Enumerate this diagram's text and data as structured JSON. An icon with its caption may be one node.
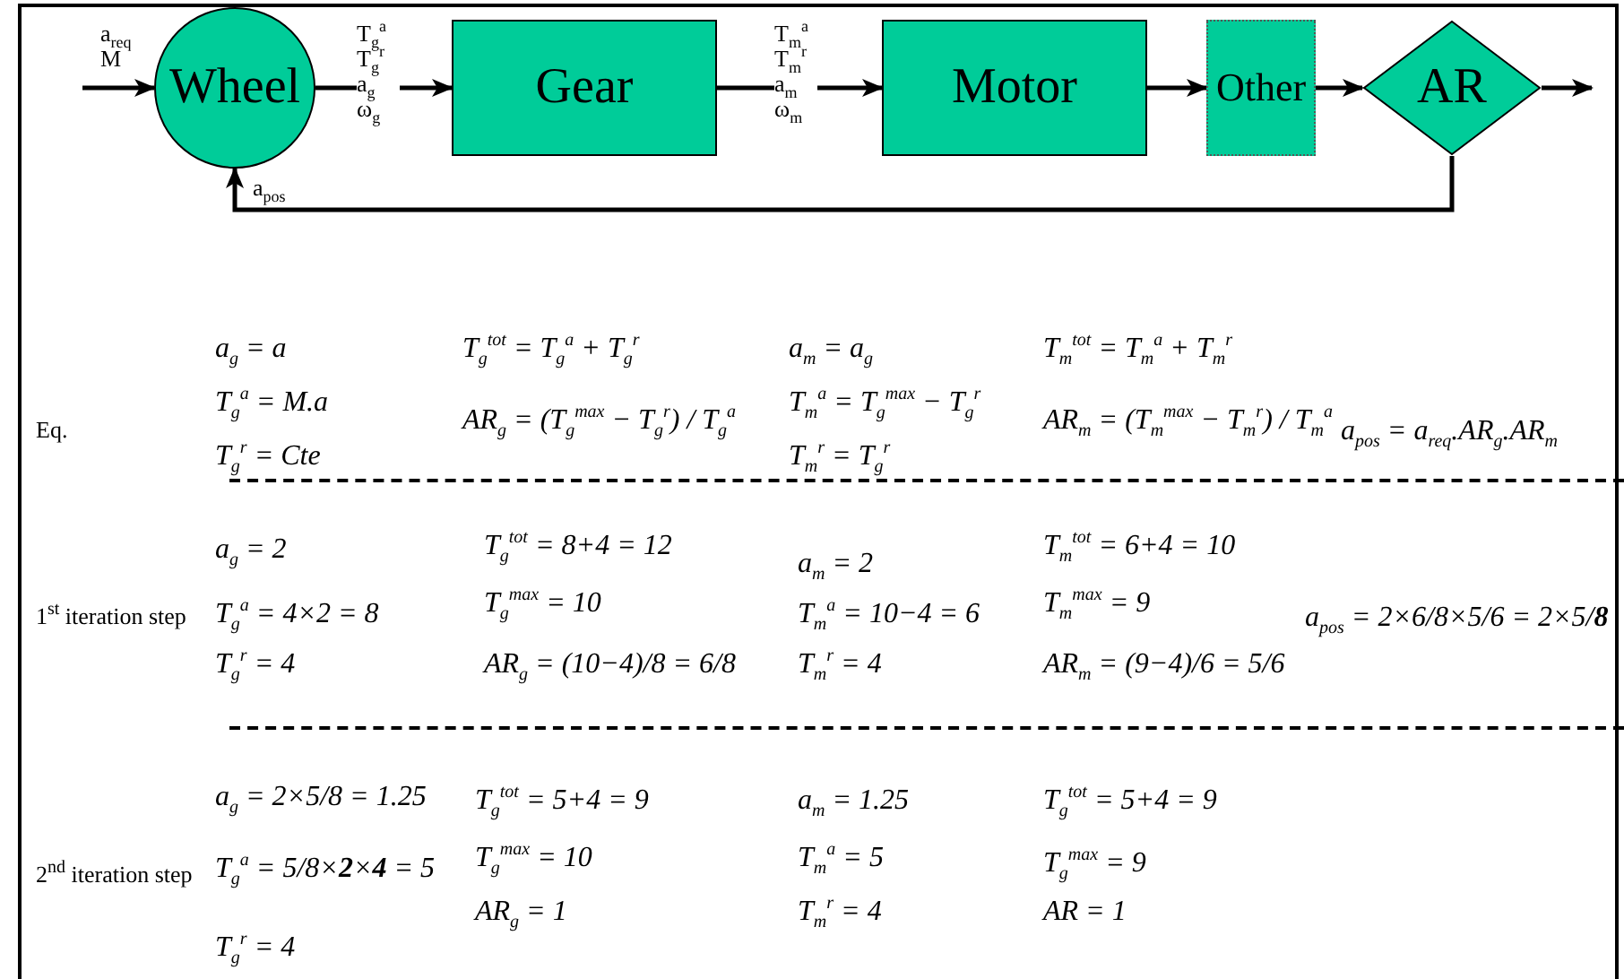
{
  "diagram": {
    "nodes": [
      {
        "text": [
          "Wheel"
        ]
      },
      {
        "text": [
          "Gear"
        ]
      },
      {
        "text": [
          "Motor"
        ]
      },
      {
        "text": [
          "Other"
        ]
      },
      {
        "text": [
          "AR"
        ]
      }
    ],
    "edges": [
      {
        "from": null,
        "to": 0,
        "arrow": "to",
        "label": "a$_{req}$ M"
      },
      {
        "from": 0,
        "to": 1,
        "arrow": "to",
        "label": "T$_{g}$$^{a}$ T$_{g}$$^{r}$ a$_{g}$ ω$_{g}$"
      },
      {
        "from": 1,
        "to": 2,
        "arrow": "to",
        "label": "T$_{m}$$^{a}$ T$_{m}$$^{r}$ a$_{m}$ ω$_{m}$"
      },
      {
        "from": 2,
        "to": 3,
        "arrow": "to"
      },
      {
        "from": 3,
        "to": 4,
        "arrow": "to"
      },
      {
        "from": 4,
        "to": null,
        "arrow": "to"
      },
      {
        "from": 4,
        "to": 0,
        "arrow": "to",
        "label": "a$_{pos}$"
      }
    ],
    "labels": [
      "Eq.",
      "a$_{g}$ = a",
      "T$_{g}$$^{a}$ = M.a",
      "T$_{g}$$^{r}$ = Cte",
      "T$_{g}$$^{tot}$ = T$_{g}$$^{a}$ + T$_{g}$$^{r}$",
      "AR$_{g}$ = (T$_{g}$$^{max}$ − T$_{g}$$^{r}$) / T$_{g}$$^{a}$",
      "a$_{m}$ = a$_{g}$",
      "T$_{m}$$^{a}$ = T$_{g}$$^{max}$ − T$_{g}$$^{r}$",
      "T$_{m}$$^{r}$ = T$_{g}$$^{r}$",
      "T$_{m}$$^{tot}$ = T$_{m}$$^{a}$ + T$_{m}$$^{r}$",
      "AR$_{m}$ = (T$_{m}$$^{max}$ − T$_{m}$$^{r}$) / T$_{m}$$^{a}$",
      "a$_{pos}$ = a$_{req}$.AR$_{g}$.AR$_{m}$",
      "1$^{st}$ iteration step",
      "a$_{g}$ = 2",
      "T$_{g}$$^{a}$ = 4×2 = 8",
      "T$_{g}$$^{r}$ = 4",
      "T$_{g}$$^{tot}$ = 8+4 = 12",
      "T$_{g}$$^{max}$ = 10",
      "AR$_{g}$ = (10−4)/8 = 6/8",
      "a$_{m}$ = 2",
      "T$_{m}$$^{a}$ = 10−4 = 6",
      "T$_{m}$$^{r}$ = 4",
      "T$_{m}$$^{tot}$ = 6+4 = 10",
      "T$_{m}$$^{max}$ = 9",
      "AR$_{m}$ = (9−4)/6 = 5/6",
      "a$_{pos}$ = 2×6/8×5/6 = 2×5/**8**",
      "2$^{nd}$ iteration step",
      "a$_{g}$ = 2×5/8 = 1.25",
      "T$_{g}$$^{a}$ = 5/8×**2**×**4** = 5",
      "T$_{g}$$^{r}$ = 4",
      "T$_{g}$$^{tot}$ = 5+4 = 9",
      "T$_{g}$$^{max}$ = 10",
      "AR$_{g}$ = 1",
      "a$_{m}$ = 1.25",
      "T$_{m}$$^{a}$ = 5",
      "T$_{m}$$^{r}$ = 4",
      "T$_{g}$$^{tot}$ = 5+4 = 9",
      "T$_{g}$$^{max}$ = 9",
      "AR = 1"
    ]
  }
}
